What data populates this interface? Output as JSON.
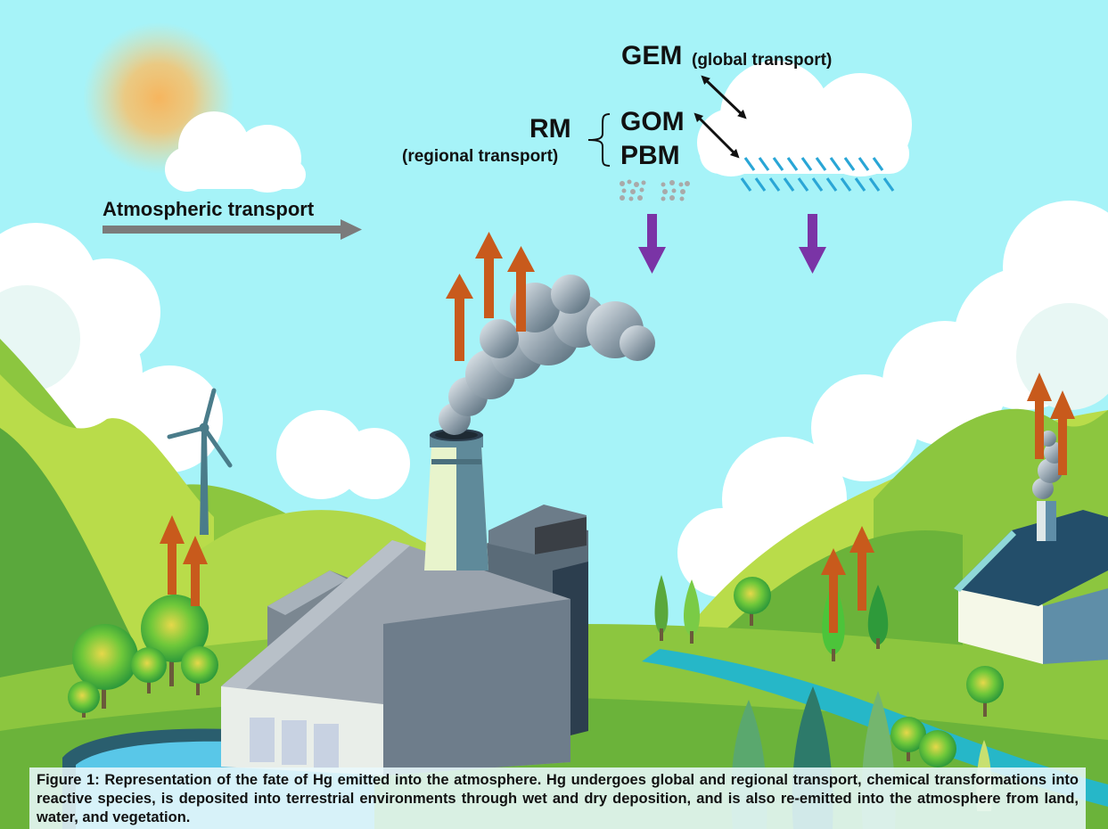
{
  "labels": {
    "gem": "GEM",
    "gem_note": "(global transport)",
    "rm": "RM",
    "rm_note": "(regional transport)",
    "gom": "GOM",
    "pbm": "PBM",
    "atmospheric_transport": "Atmospheric transport"
  },
  "caption": "Figure 1: Representation of the fate of Hg emitted into the atmosphere. Hg undergoes global and regional transport, chemical transformations into reactive species, is deposited into terrestrial environments through wet and dry deposition, and is also re-emitted into the atmosphere from land, water, and vegetation.",
  "colors": {
    "sky": "#a6f3f8",
    "emission_arrow": "#c85a1c",
    "deposition_arrow": "#7a34a6",
    "transport_arrow": "#7b7b7b",
    "rain": "#2aa6d6",
    "hill_light": "#b9dc4a",
    "hill_dark": "#5aa83c",
    "river": "#26b7c8",
    "factory": "#9aa3ad"
  }
}
